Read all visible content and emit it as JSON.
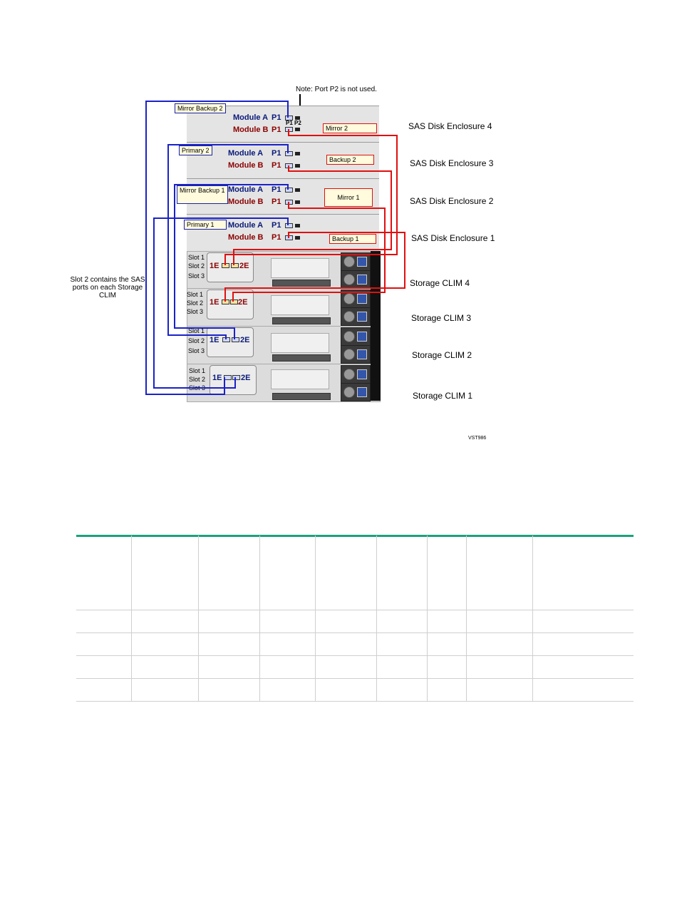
{
  "diagram": {
    "note": "Note: Port P2 is not used.",
    "port_header_p1": "P1",
    "port_header_p2": "P2",
    "left_note": "Slot 2 contains the SAS ports on each Storage CLIM",
    "figure_id": "VST986",
    "enclosures": [
      {
        "name": "SAS Disk Enclosure 4",
        "module_a": "Module A",
        "module_b": "Module B",
        "port": "P1",
        "blue_label": "Mirror Backup 2",
        "red_label": "Mirror  2"
      },
      {
        "name": "SAS Disk Enclosure 3",
        "module_a": "Module A",
        "module_b": "Module B",
        "port": "P1",
        "blue_label": "Primary 2",
        "red_label": "Backup  2"
      },
      {
        "name": "SAS Disk Enclosure 2",
        "module_a": "Module A",
        "module_b": "Module B",
        "port": "P1",
        "blue_label": "Mirror Backup 1",
        "red_label": "Mirror 1"
      },
      {
        "name": "SAS Disk Enclosure 1",
        "module_a": "Module A",
        "module_b": "Module B",
        "port": "P1",
        "blue_label": "Primary 1",
        "red_label": "Backup 1"
      }
    ],
    "clims": [
      {
        "name": "Storage CLIM  4",
        "slot1": "Slot 1",
        "slot2": "Slot 2",
        "slot3": "Slot 3",
        "port1": "1E",
        "port2": "2E"
      },
      {
        "name": "Storage CLIM  3",
        "slot1": "Slot 1",
        "slot2": "Slot 2",
        "slot3": "Slot 3",
        "port1": "1E",
        "port2": "2E"
      },
      {
        "name": "Storage CLIM  2",
        "slot1": "Slot 1",
        "slot2": "Slot 2",
        "slot3": "Slot 3",
        "port1": "1E",
        "port2": "2E"
      },
      {
        "name": "Storage CLIM 1",
        "slot1": "Slot 1",
        "slot2": "Slot 2",
        "slot3": "Slot 3",
        "port1": "1E",
        "port2": "2E"
      }
    ],
    "colors": {
      "blue_cable": "#1a22c8",
      "red_cable": "#e01010",
      "table_rule": "#1aa37a"
    }
  }
}
